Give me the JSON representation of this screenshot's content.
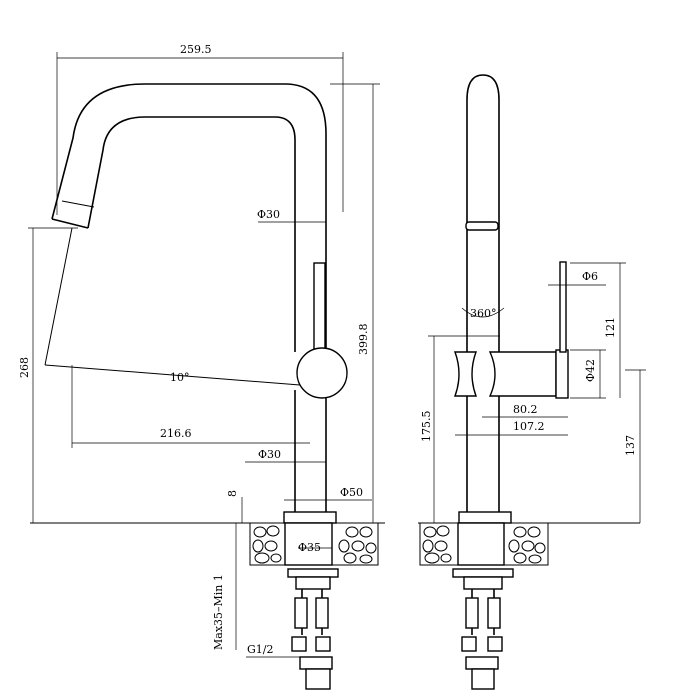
{
  "drawing": {
    "front_view": {
      "width_overall": "259.5",
      "height_overall": "399.8",
      "spout_height": "268",
      "reach": "216.6",
      "swing_angle": "10°",
      "spout_diameter": "Φ30",
      "body_diameter": "Φ30",
      "base_diameter": "Φ50",
      "hole_diameter": "Φ35",
      "base_thickness": "8",
      "deck_thickness": "Max35–Min 1",
      "hose_thread": "G1/2"
    },
    "side_view": {
      "rotation": "360°",
      "handle_diameter": "Φ6",
      "handle_height": "121",
      "body_diameter": "Φ42",
      "handle_length_short": "80.2",
      "handle_length_long": "107.2",
      "handle_center_height": "175.5",
      "lever_height": "137"
    }
  }
}
